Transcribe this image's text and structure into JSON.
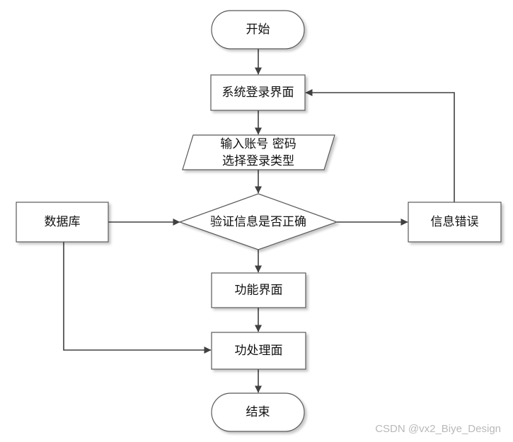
{
  "diagram": {
    "nodes": {
      "start": "开始",
      "login": "系统登录界面",
      "input_line1": "输入账号 密码",
      "input_line2": "选择登录类型",
      "database": "数据库",
      "verify": "验证信息是否正确",
      "error": "信息错误",
      "function": "功能界面",
      "process": "功处理面",
      "end": "结束"
    }
  },
  "watermark": "CSDN @vx2_Biye_Design"
}
